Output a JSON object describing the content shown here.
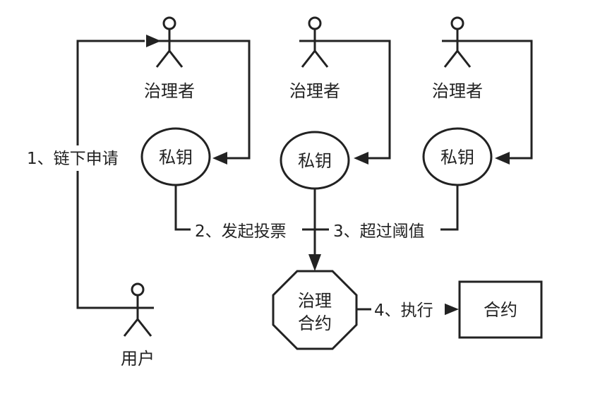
{
  "actors": {
    "governor_1": "治理者",
    "governor_2": "治理者",
    "governor_3": "治理者",
    "user": "用户"
  },
  "nodes": {
    "private_key_1": "私钥",
    "private_key_2": "私钥",
    "private_key_3": "私钥",
    "governance_contract_line1": "治理",
    "governance_contract_line2": "合约",
    "contract": "合约"
  },
  "steps": {
    "step1": "1、链下申请",
    "step2": "2、发起投票",
    "step3": "3、超过阈值",
    "step4": "4、执行"
  },
  "colors": {
    "stroke": "#222222",
    "background": "#ffffff"
  }
}
